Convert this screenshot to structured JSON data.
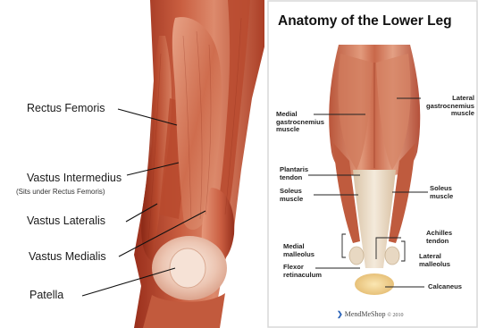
{
  "left_figure": {
    "labels": {
      "rectus_femoris": "Rectus Femoris",
      "vastus_intermedius": "Vastus Intermedius",
      "vastus_intermedius_note": "(Sits under Rectus Femoris)",
      "vastus_lateralis": "Vastus Lateralis",
      "vastus_medialis": "Vastus Medialis",
      "patella": "Patella"
    }
  },
  "right_figure": {
    "title": "Anatomy of the Lower Leg",
    "labels": {
      "medial_gastrocnemius": "Medial\ngastrocnemius\nmuscle",
      "lateral_gastrocnemius": "Lateral\ngastrocnemius\nmuscle",
      "plantaris": "Plantaris\ntendon",
      "soleus_left": "Soleus\nmuscle",
      "soleus_right": "Soleus\nmuscle",
      "achilles": "Achilles\ntendon",
      "medial_malleolus": "Medial\nmalleolus",
      "lateral_malleolus": "Lateral\nmalleolus",
      "flexor_retinaculum": "Flexor\nretinaculum",
      "calcaneus": "Calcaneus"
    },
    "credit": {
      "name": "MendMeShop",
      "year": "© 2010"
    }
  },
  "colors": {
    "muscle_dark": "#8e2b1a",
    "muscle_mid": "#c65a3e",
    "muscle_light": "#e9a488",
    "tendon": "#ecdcc4",
    "bone": "#f1e7d4",
    "frame": "#d8d8d8"
  }
}
